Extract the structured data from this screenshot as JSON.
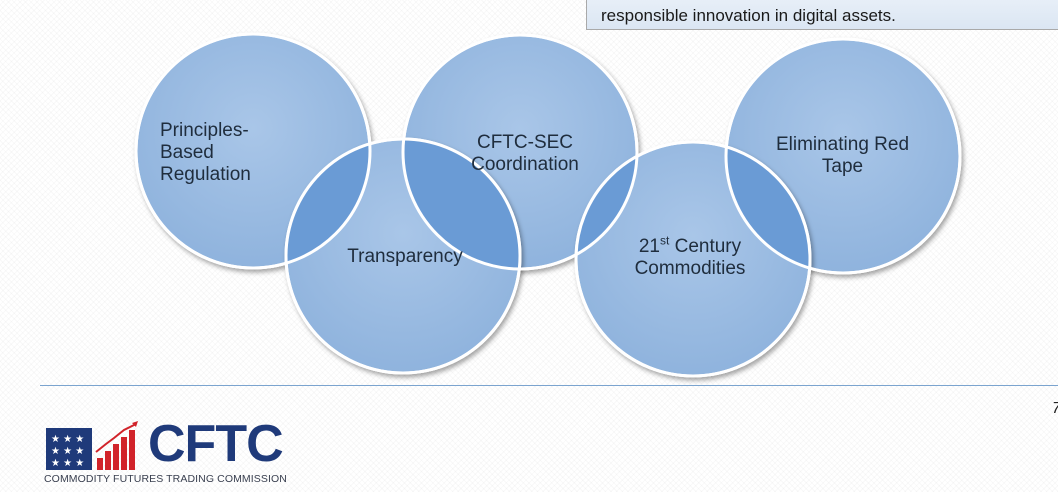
{
  "callout": {
    "text": "responsible innovation in digital assets."
  },
  "circles": [
    {
      "id": "principles",
      "lines": [
        "Principles-",
        "Based",
        "Regulation"
      ]
    },
    {
      "id": "transparency",
      "lines": [
        "Transparency"
      ]
    },
    {
      "id": "cftc-sec",
      "lines": [
        "CFTC-SEC",
        "Coordination"
      ]
    },
    {
      "id": "commodities",
      "line1_main": "21",
      "line1_sup": "st",
      "line1_rest": " Century",
      "line2": "Commodities"
    },
    {
      "id": "red-tape",
      "lines": [
        "Eliminating Red",
        "Tape"
      ]
    }
  ],
  "page_number": "7",
  "logo": {
    "wordmark": "CFTC",
    "caption": "COMMODITY FUTURES TRADING COMMISSION",
    "colors": {
      "navy": "#1f3a7a",
      "red": "#d1232a",
      "white": "#ffffff"
    }
  },
  "colors": {
    "circle_fill": "#9dbde3",
    "circle_overlap": "#6a9bd5",
    "divider": "#7ba4cf"
  }
}
